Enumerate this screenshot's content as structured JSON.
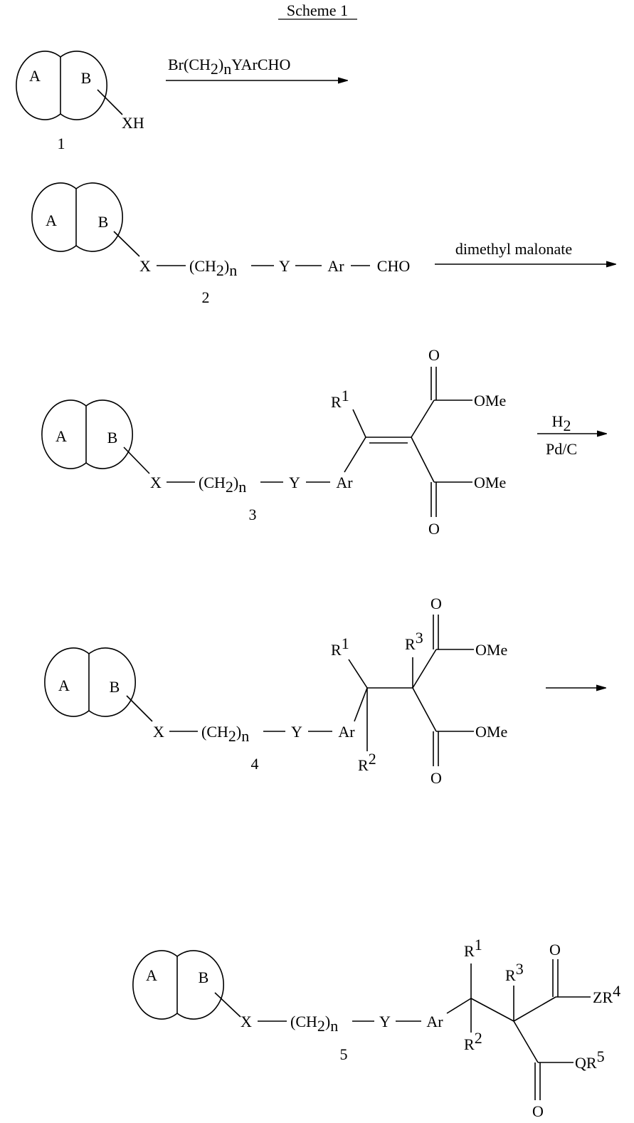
{
  "title": "Scheme 1",
  "rings": {
    "a": "A",
    "b": "B"
  },
  "labels": {
    "xh": "XH",
    "x": "X",
    "y": "Y",
    "ar": "Ar",
    "cho": "CHO",
    "ch2_open": "(CH",
    "ch2_sub": "2",
    "ch2_close": ")",
    "n": "n",
    "r": "R",
    "ome": "OMe",
    "o": "O",
    "z": "ZR",
    "q": "QR"
  },
  "superscripts": {
    "r1": "1",
    "r2": "2",
    "r3": "3",
    "r4": "4",
    "r5": "5"
  },
  "reagents": {
    "step1_prefix": "Br(CH",
    "step1_sub2": "2",
    "step1_mid": ")",
    "step1_subn": "n",
    "step1_suffix": "YArCHO",
    "step2": "dimethyl malonate",
    "step3_top": "H",
    "step3_top_sub": "2",
    "step3_bottom": "Pd/C"
  },
  "compounds": [
    "1",
    "2",
    "3",
    "4",
    "5"
  ]
}
